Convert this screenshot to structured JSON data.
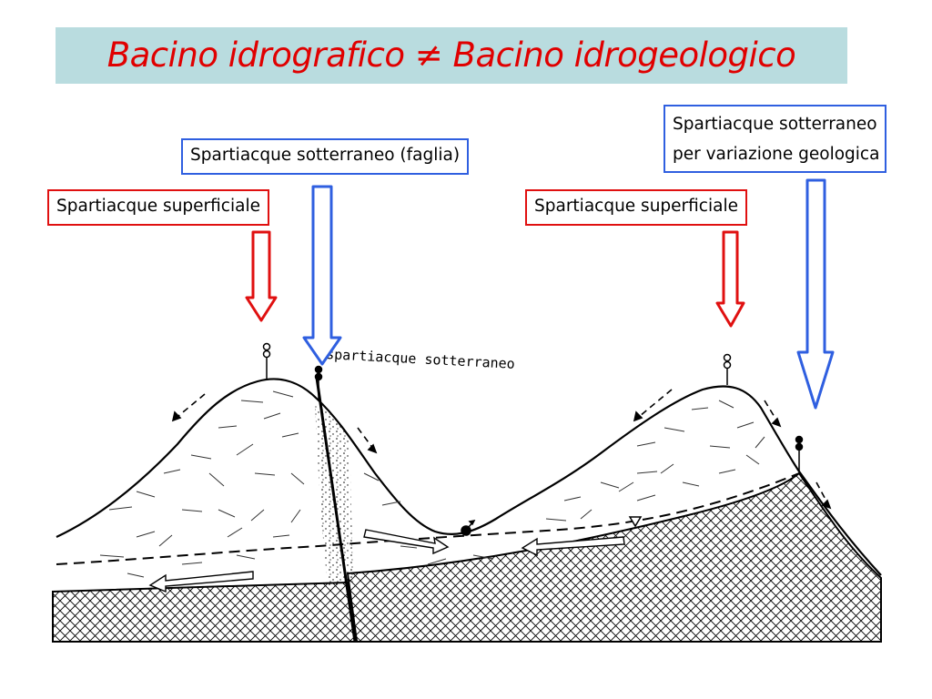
{
  "title": "Bacino idrografico ≠ Bacino idrogeologico",
  "labels": {
    "faglia": "Spartiacque sotterraneo (faglia)",
    "superficiale_left": "Spartiacque superficiale",
    "superficiale_right": "Spartiacque superficiale",
    "geologica_line1": "Spartiacque sotterraneo",
    "geologica_line2": "per variazione geologica"
  },
  "sketch_annotation": "spartiacque sotterraneo",
  "colors": {
    "title_text": "#e00000",
    "title_background": "#b9dcdf",
    "superficiale_frame": "#e01010",
    "sotterraneo_frame": "#2f5fe0"
  }
}
